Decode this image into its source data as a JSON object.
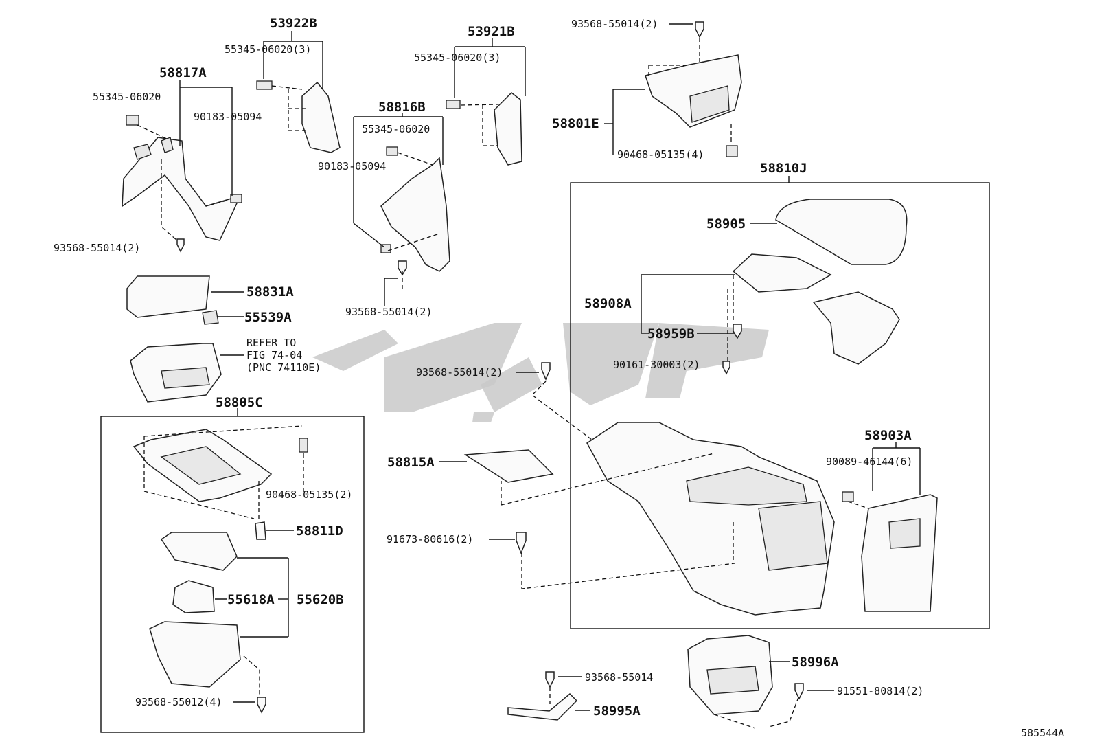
{
  "labels": {
    "l53922B": "53922B",
    "l55345_a": "55345-06020(3)",
    "l58817A": "58817A",
    "l55345_b": "55345-06020",
    "l90183_a": "90183-05094",
    "l93568_a": "93568-55014(2)",
    "l53921B": "53921B",
    "l55345_c": "55345-06020(3)",
    "l58816B": "58816B",
    "l55345_d": "55345-06020",
    "l90183_b": "90183-05094",
    "l93568_b": "93568-55014(2)",
    "l93568_top": "93568-55014(2)",
    "l58801E": "58801E",
    "l90468_a": "90468-05135(4)",
    "l58810J": "58810J",
    "l58905": "58905",
    "l58908A": "58908A",
    "l58959B": "58959B",
    "l90161": "90161-30003(2)",
    "l58831A": "58831A",
    "l55539A": "55539A",
    "ref1": "REFER TO",
    "ref2": "FIG 74-04",
    "ref3": "(PNC 74110E)",
    "l93568_c": "93568-55014(2)",
    "l58805C": "58805C",
    "l90468_b": "90468-05135(2)",
    "l58811D": "58811D",
    "l55618A": "55618A",
    "l55620B": "55620B",
    "l93568_55012": "93568-55012(4)",
    "l58815A": "58815A",
    "l91673": "91673-80616(2)",
    "l58903A": "58903A",
    "l90089": "90089-46144(6)",
    "l58996A": "58996A",
    "l93568_d": "93568-55014",
    "l91551": "91551-80814(2)",
    "l58995A": "58995A",
    "code": "585544A"
  }
}
